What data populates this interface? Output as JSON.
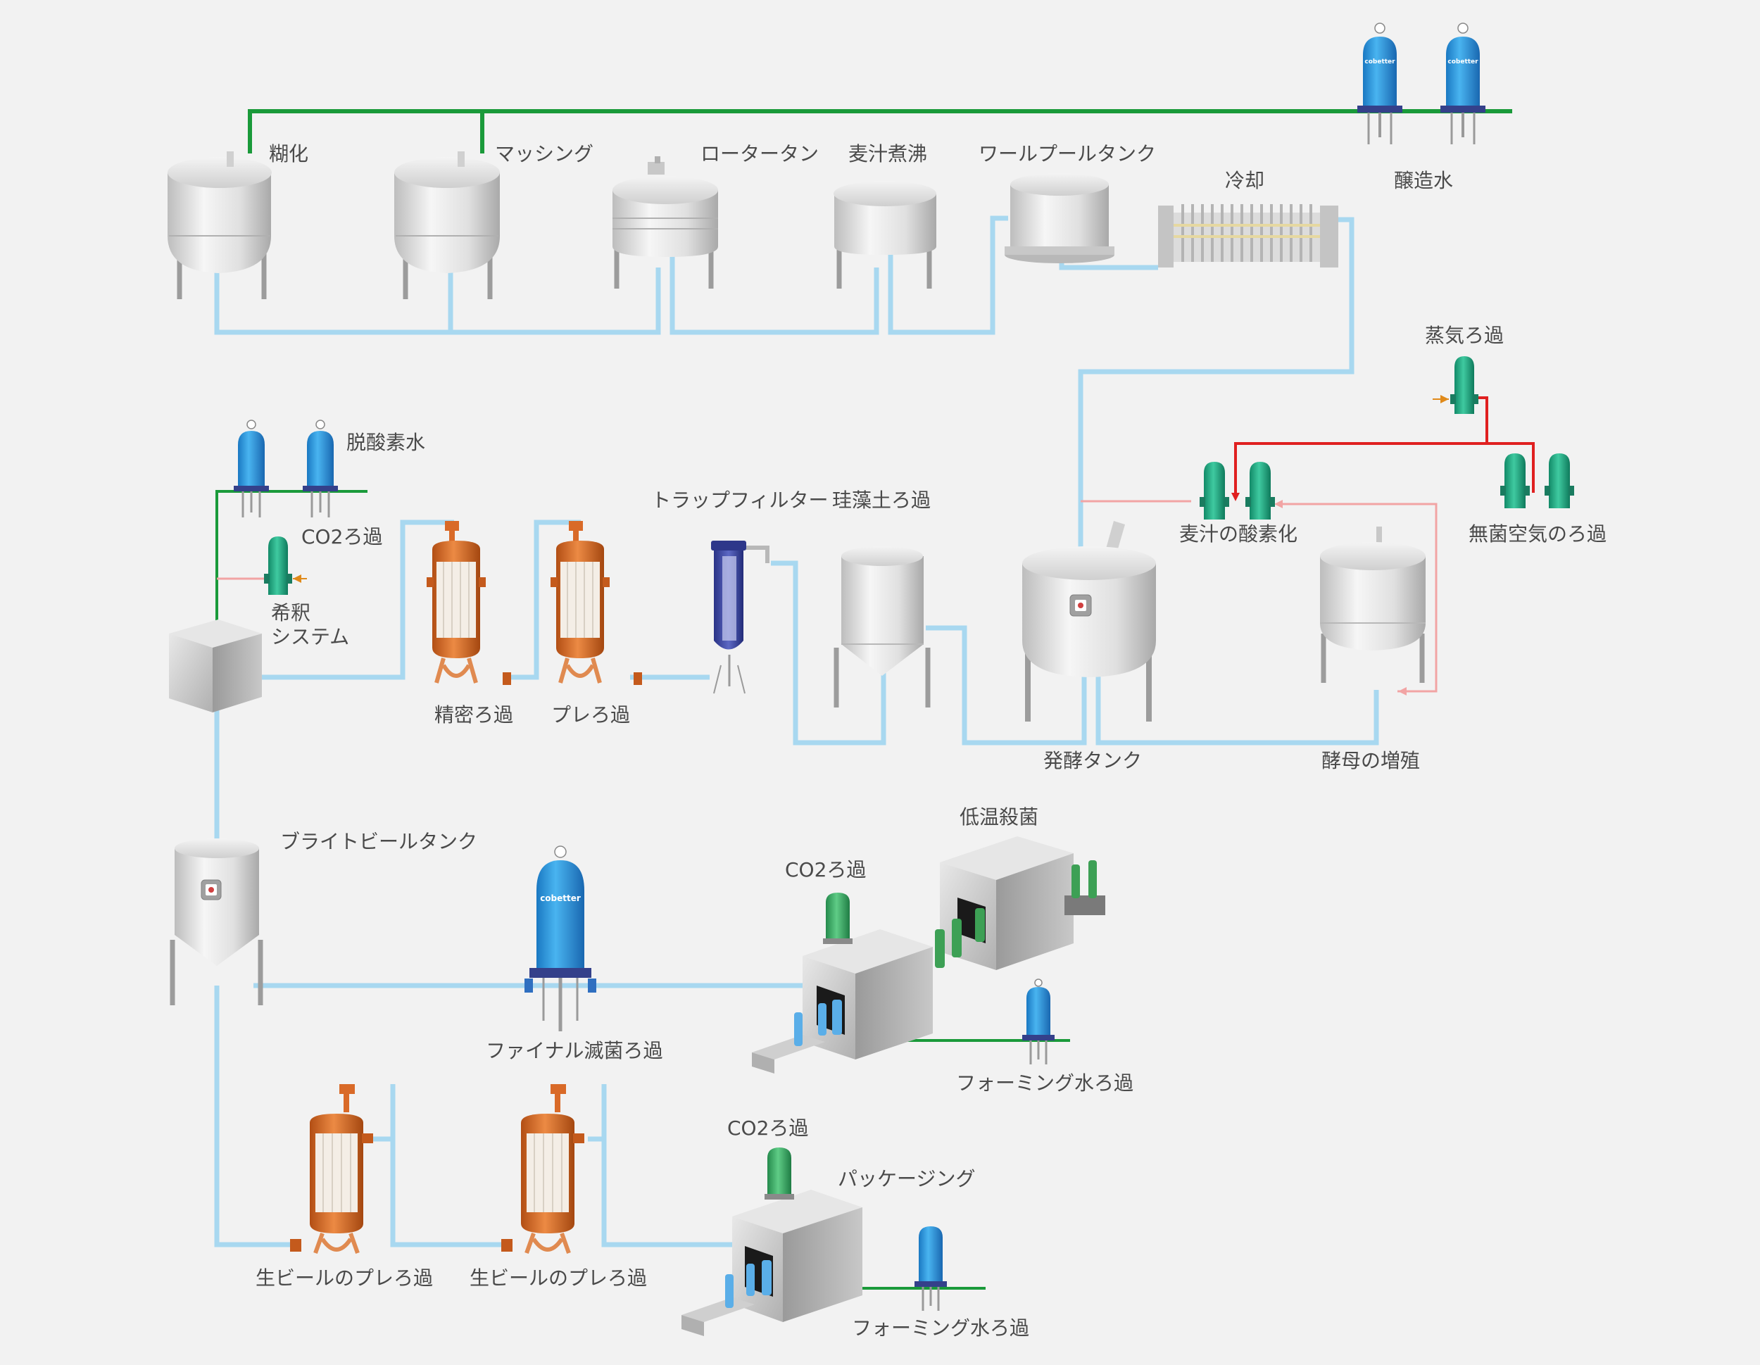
{
  "diagram": {
    "brand_text": "cobetter",
    "colors": {
      "background": "#f2f2f2",
      "product_pipe": "#a8d8f0",
      "water_pipe": "#1a9a3a",
      "steam_pipe": "#e02020",
      "air_pipe": "#f2a4a4",
      "filter_blue": "#2f9fe0",
      "filter_teal": "#22b088",
      "filter_green": "#3cb06a",
      "housing_orange": "#d96a28",
      "tank_silver": "#d8d8d8",
      "trap_filter": "#3a45a0"
    },
    "labels": {
      "mash_cooking": "糊化",
      "mashing": "マッシング",
      "lauter_tun": "ロータータン",
      "wort_boiling": "麦汁煮沸",
      "whirlpool_tank": "ワールプールタンク",
      "cooling": "冷却",
      "brewing_water": "醸造水",
      "steam_filtration": "蒸気ろ過",
      "deaerated_water": "脱酸素水",
      "co2_filtration_dilution": "CO2ろ過",
      "dilution_system": "希釈\nシステム",
      "precision_filtration": "精密ろ過",
      "prefiltration": "プレろ過",
      "trap_filter": "トラップフィルター",
      "diatomaceous_filtration": "珪藻土ろ過",
      "wort_oxygenation": "麦汁の酸素化",
      "sterile_air_filtration": "無菌空気のろ過",
      "fermentation_tank": "発酵タンク",
      "yeast_propagation": "酵母の増殖",
      "bright_beer_tank": "ブライトビールタンク",
      "final_sterile_filtration": "ファイナル滅菌ろ過",
      "co2_filtration_bottling": "CO2ろ過",
      "pasteurization": "低温殺菌",
      "foaming_water_filtration_1": "フォーミング水ろ過",
      "draft_beer_prefiltration_1": "生ビールのプレろ過",
      "draft_beer_prefiltration_2": "生ビールのプレろ過",
      "co2_filtration_packaging": "CO2ろ過",
      "packaging": "パッケージング",
      "foaming_water_filtration_2": "フォーミング水ろ過"
    }
  }
}
